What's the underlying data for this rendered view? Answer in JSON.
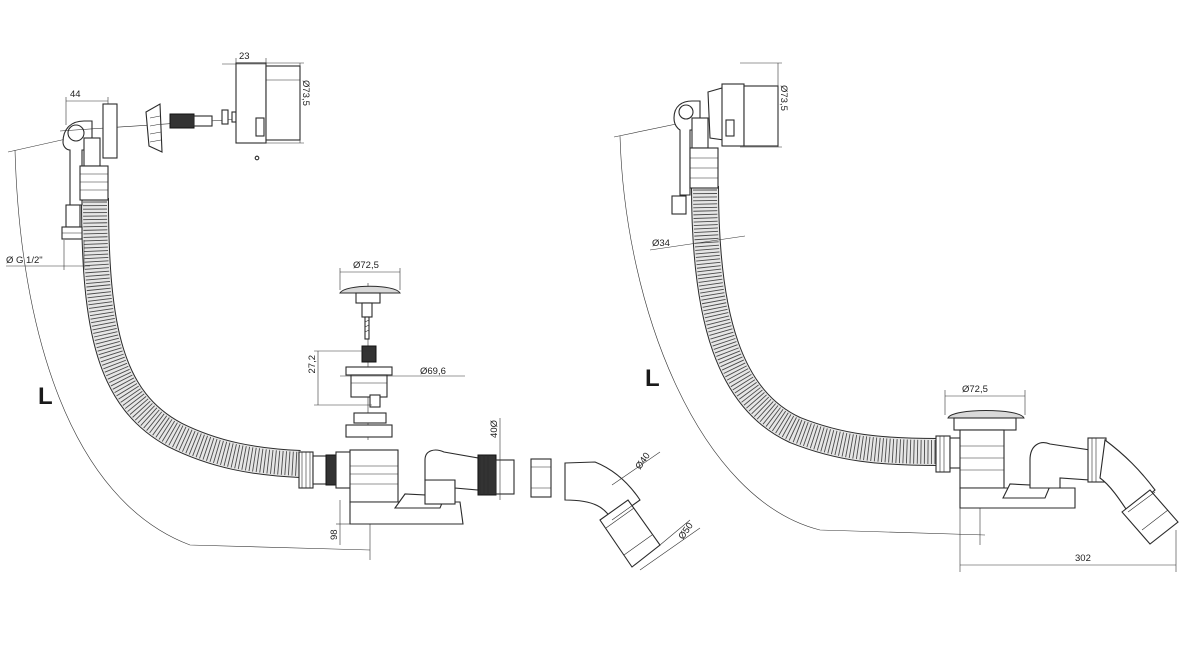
{
  "left_view": {
    "dims": {
      "width_44": "44",
      "width_23": "23",
      "dia_73_5": "Ø73,5",
      "thread": "Ø G 1/2\"",
      "dia_72_5": "Ø72,5",
      "height_27_2": "27,2",
      "dia_69_6": "Ø69,6",
      "dia_40_vert": "40Ø",
      "dia_40": "Ø40",
      "dia_50": "Ø50",
      "height_98": "98",
      "length_L": "L"
    }
  },
  "right_view": {
    "dims": {
      "dia_73_5": "Ø73,5",
      "dia_34": "Ø34",
      "dia_72_5": "Ø72,5",
      "length_302": "302",
      "length_L": "L"
    }
  }
}
